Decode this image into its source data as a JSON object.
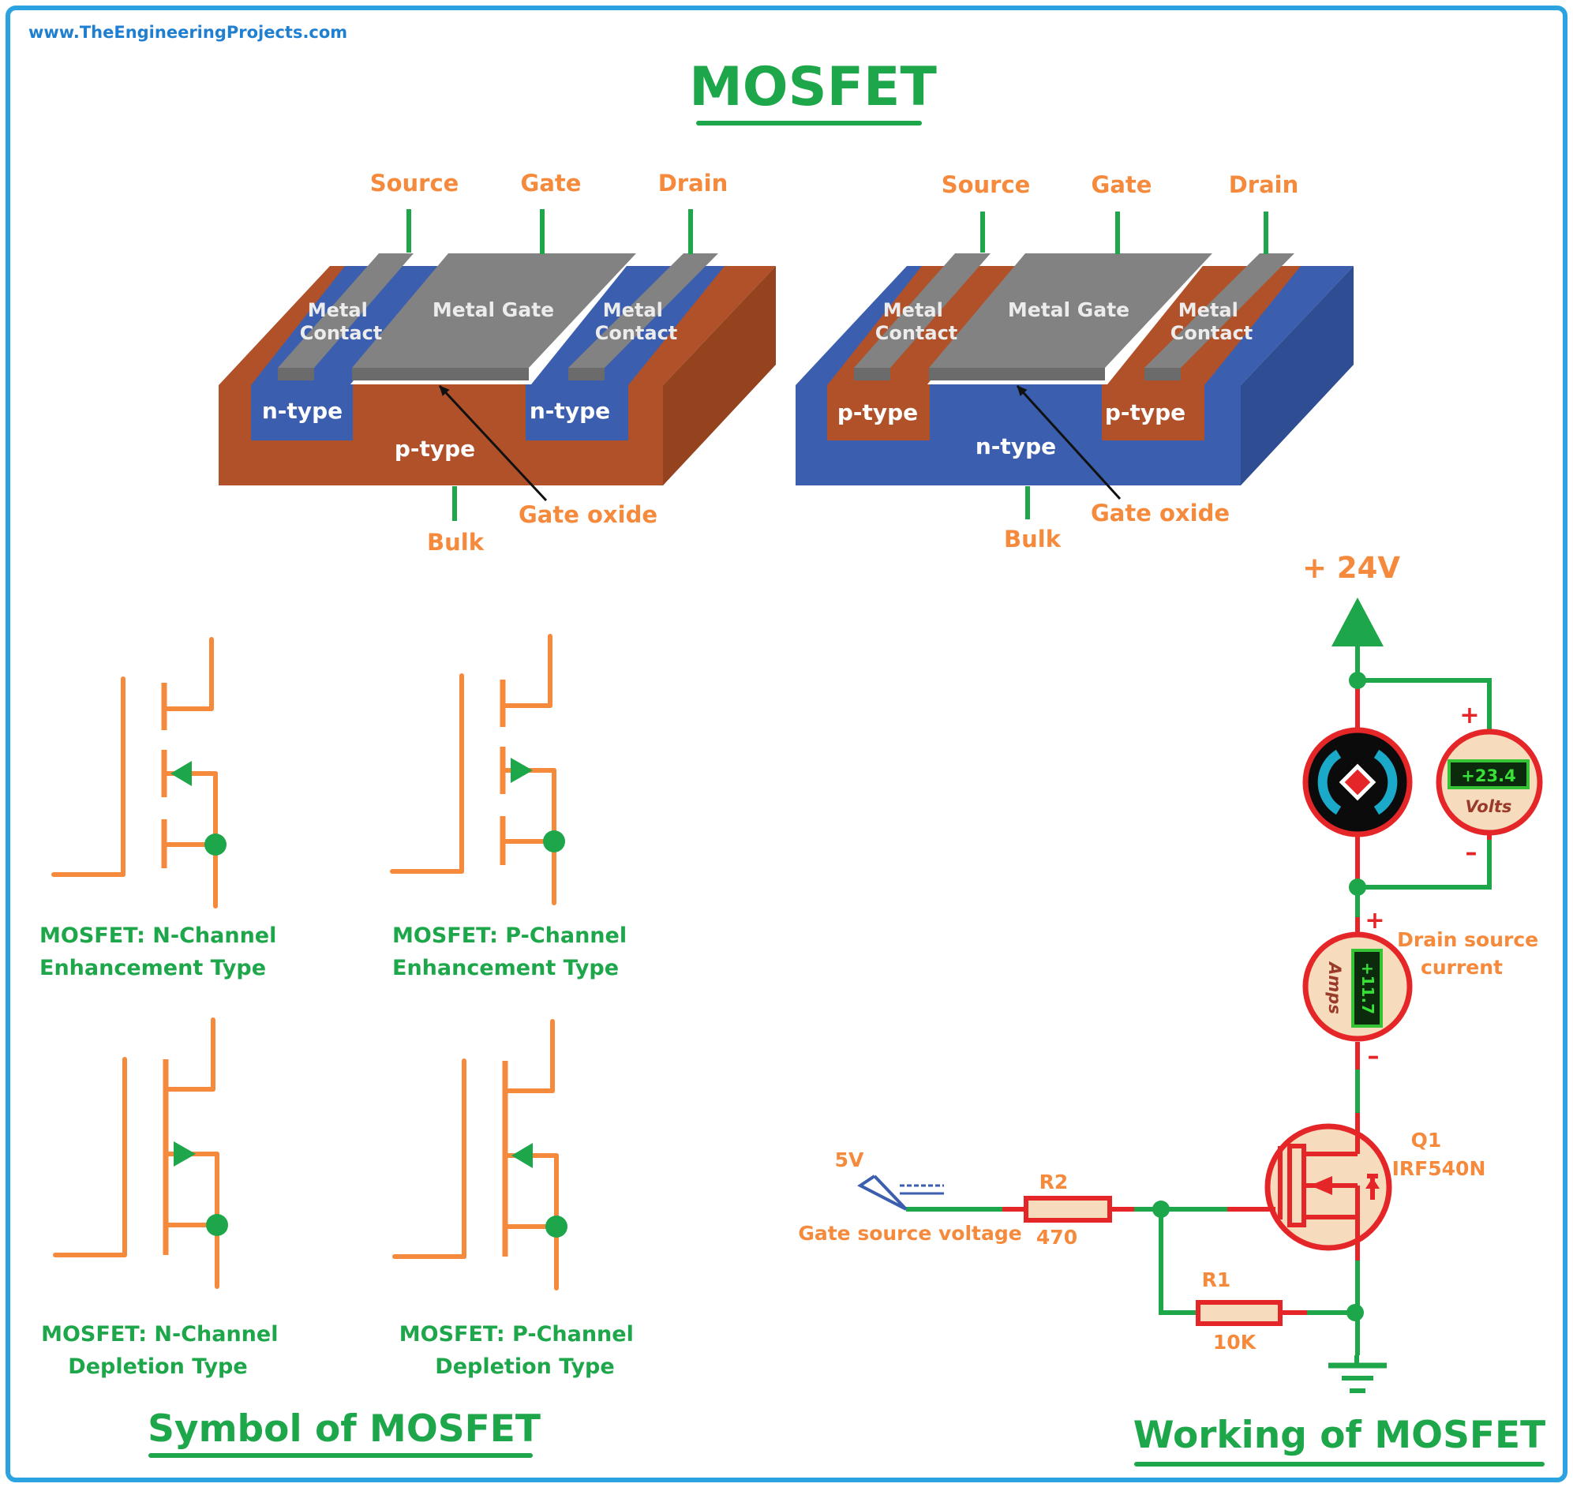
{
  "website": "www.TheEngineeringProjects.com",
  "title": "MOSFET",
  "structures": [
    {
      "terminals": [
        "Source",
        "Gate",
        "Drain"
      ],
      "metal_contact_left": [
        "Metal",
        "Contact"
      ],
      "metal_gate": "Metal Gate",
      "metal_contact_right": [
        "Metal",
        "Contact"
      ],
      "well_left": "n-type",
      "well_right": "n-type",
      "substrate": "p-type",
      "bulk": "Bulk",
      "gate_oxide": "Gate oxide"
    },
    {
      "terminals": [
        "Source",
        "Gate",
        "Drain"
      ],
      "metal_contact_left": [
        "Metal",
        "Contact"
      ],
      "metal_gate": "Metal Gate",
      "metal_contact_right": [
        "Metal",
        "Contact"
      ],
      "well_left": "p-type",
      "well_right": "p-type",
      "substrate": "n-type",
      "bulk": "Bulk",
      "gate_oxide": "Gate oxide"
    }
  ],
  "symbols": [
    {
      "line1": "MOSFET: N-Channel",
      "line2": "Enhancement Type",
      "arrow": "in",
      "channel": "broken"
    },
    {
      "line1": "MOSFET: P-Channel",
      "line2": "Enhancement Type",
      "arrow": "out",
      "channel": "broken"
    },
    {
      "line1": "MOSFET: N-Channel",
      "line2": "Depletion Type",
      "arrow": "out",
      "channel": "solid"
    },
    {
      "line1": "MOSFET: P-Channel",
      "line2": "Depletion Type",
      "arrow": "in",
      "channel": "solid"
    }
  ],
  "symbol_section_title": "Symbol of MOSFET",
  "circuit": {
    "supply": "+ 24V",
    "voltmeter": {
      "reading": "+23.4",
      "unit": "Volts",
      "plus": "+",
      "minus": "–"
    },
    "ammeter": {
      "reading": "+11.7",
      "unit": "Amps",
      "plus": "+",
      "minus": "–",
      "label_line1": "Drain source",
      "label_line2": "current"
    },
    "transistor": {
      "ref": "Q1",
      "part": "IRF540N"
    },
    "source": {
      "value": "5V",
      "label": "Gate source voltage"
    },
    "r2": {
      "ref": "R2",
      "value": "470"
    },
    "r1": {
      "ref": "R1",
      "value": "10K"
    }
  },
  "working_section_title": "Working of MOSFET",
  "colors": {
    "green": "#1ea64a",
    "orange": "#f58a3c",
    "red": "#e52628",
    "copper": "#b0512a",
    "blue": "#3b5fae",
    "gray": "#808080",
    "border": "#2aa3e0"
  }
}
